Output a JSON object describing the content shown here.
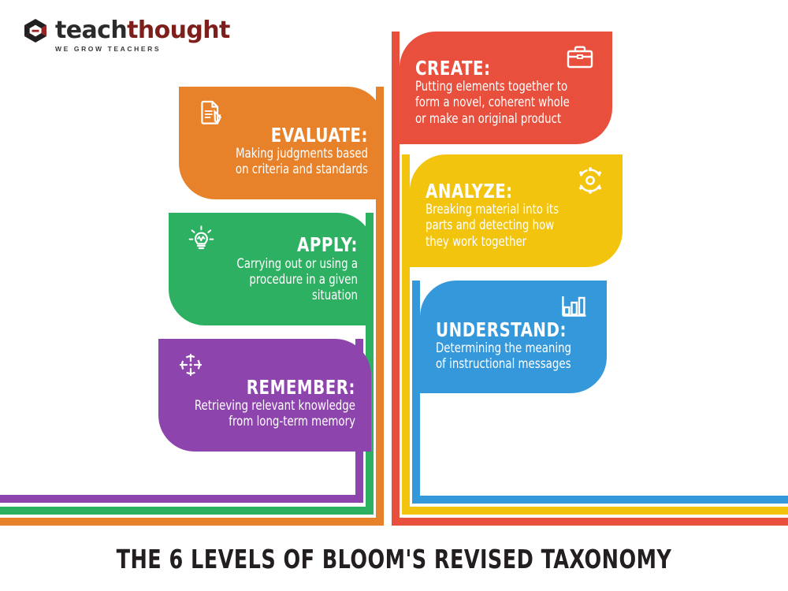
{
  "logo": {
    "word_part1": "teach",
    "word_part2": "thought",
    "tagline": "WE GROW TEACHERS",
    "mark_name": "teachthought-logo-mark",
    "color_dark": "#2b2b2b",
    "color_red": "#7e1f1c"
  },
  "footer": {
    "title": "THE 6 LEVELS OF BLOOM'S REVISED TAXONOMY"
  },
  "chart_data": {
    "type": "diagram",
    "title": "THE 6 LEVELS OF BLOOM'S REVISED TAXONOMY",
    "levels": [
      {
        "name": "CREATE:",
        "description": "Putting elements together to form a novel, coherent whole or make an original product",
        "color": "#e84f3d",
        "icon": "briefcase-icon",
        "side": "right",
        "order": 6
      },
      {
        "name": "EVALUATE:",
        "description": "Making judgments based on criteria and standards",
        "color": "#e8822a",
        "icon": "document-pencil-icon",
        "side": "left",
        "order": 5
      },
      {
        "name": "ANALYZE:",
        "description": "Breaking material into its parts and detecting how they work together",
        "color": "#f2c40d",
        "icon": "gear-icon",
        "side": "right",
        "order": 4
      },
      {
        "name": "APPLY:",
        "description": "Carrying out or using a procedure in a given situation",
        "color": "#2eb062",
        "icon": "lightbulb-icon",
        "side": "left",
        "order": 3
      },
      {
        "name": "UNDERSTAND:",
        "description": "Determining the meaning of instructional messages",
        "color": "#3498db",
        "icon": "bar-chart-icon",
        "side": "right",
        "order": 2
      },
      {
        "name": "REMEMBER:",
        "description": "Retrieving relevant knowledge from long-term memory",
        "color": "#8e44ad",
        "icon": "target-icon",
        "side": "left",
        "order": 1
      }
    ]
  },
  "cards": {
    "create": {
      "title": "CREATE:",
      "line1": "Putting elements together to",
      "line2": "form a novel, coherent whole",
      "line3": "or make an original product"
    },
    "evaluate": {
      "title": "EVALUATE:",
      "line1": "Making judgments based",
      "line2": "on criteria and standards",
      "line3": ""
    },
    "analyze": {
      "title": "ANALYZE:",
      "line1": "Breaking material into its",
      "line2": "parts and detecting how",
      "line3": "they work together"
    },
    "apply": {
      "title": "APPLY:",
      "line1": "Carrying out or using a",
      "line2": "procedure in a given situation",
      "line3": ""
    },
    "understand": {
      "title": "UNDERSTAND:",
      "line1": "Determining the meaning",
      "line2": "of instructional messages",
      "line3": ""
    },
    "remember": {
      "title": "REMEMBER:",
      "line1": "Retrieving relevant knowledge",
      "line2": "from long-term memory",
      "line3": ""
    }
  },
  "colors": {
    "red": "#e84f3d",
    "orange": "#e8822a",
    "yellow": "#f2c40d",
    "green": "#2eb062",
    "blue": "#3498db",
    "purple": "#8e44ad",
    "title_dark": "#231f20",
    "background": "#ffffff"
  }
}
